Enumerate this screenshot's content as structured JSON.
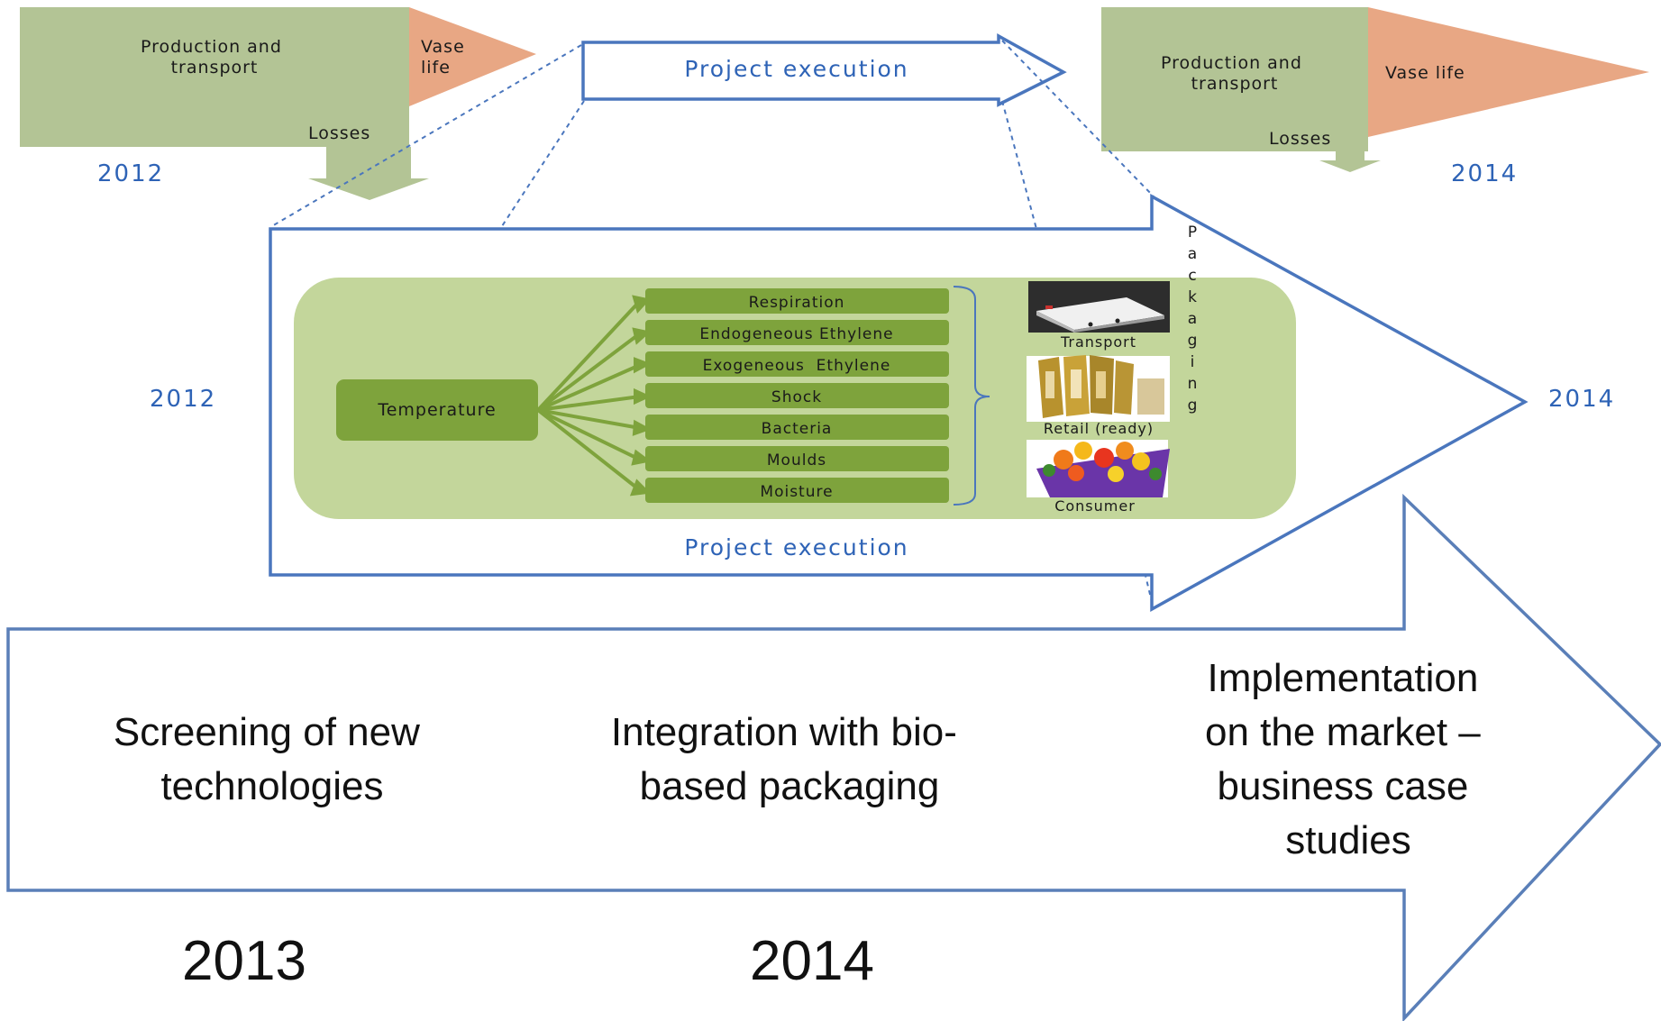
{
  "top_left": {
    "block_label_lines": [
      "Production and",
      "transport"
    ],
    "vase_lines": [
      "Vase",
      "life"
    ],
    "losses": "Losses",
    "year": "2012"
  },
  "top_center": {
    "label": "Project execution"
  },
  "top_right": {
    "block_label_lines": [
      "Production and",
      "transport"
    ],
    "vase": "Vase life",
    "losses": "Losses",
    "year": "2014"
  },
  "middle": {
    "year_left": "2012",
    "year_right": "2014",
    "footer": "Project execution",
    "temperature": "Temperature",
    "factors": [
      "Respiration",
      "Endogeneous Ethylene",
      "Exogeneous  Ethylene",
      "Shock",
      "Bacteria",
      "Moulds",
      "Moisture"
    ],
    "packaging": {
      "items": [
        "Transport",
        "Retail (ready)",
        "Consumer"
      ],
      "vertical_label": "Packaging"
    }
  },
  "bottom": {
    "stages": [
      {
        "lines": [
          "Screening of new",
          "technologies"
        ]
      },
      {
        "lines": [
          "Integration with bio-",
          "based packaging"
        ]
      },
      {
        "lines": [
          "Implementation",
          "on the market –",
          "business case",
          "studies"
        ]
      }
    ],
    "years": [
      "2013",
      "2014"
    ]
  },
  "colors": {
    "green_block": "#b3c495",
    "salmon": "#e8a784",
    "blue": "#2e63b6",
    "outline": "#5a7fb8",
    "panel": "#c3d69b",
    "chip": "#7ea33c"
  }
}
